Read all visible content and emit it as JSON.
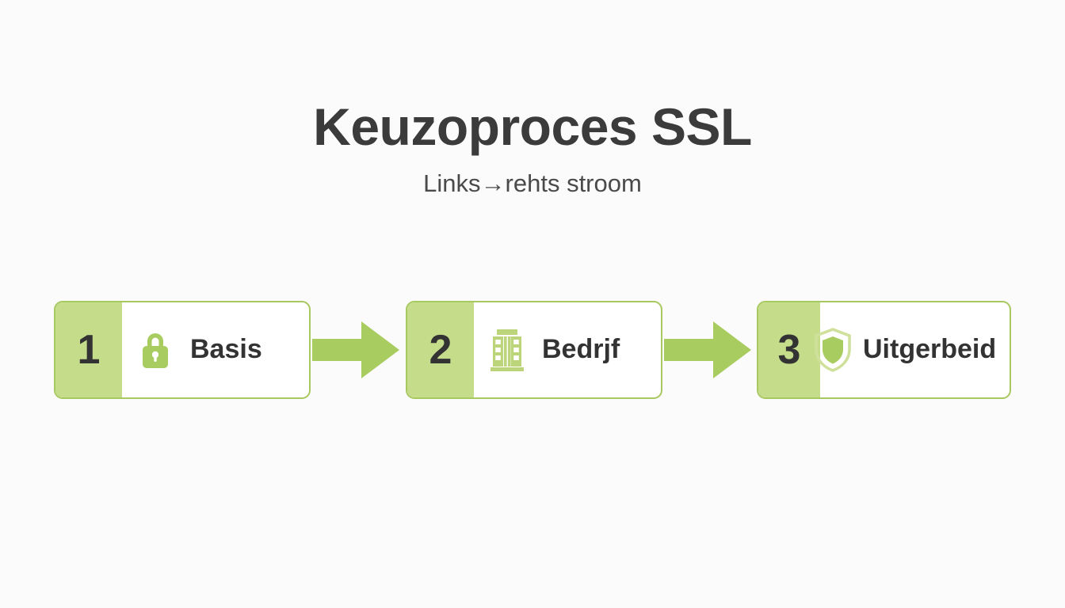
{
  "page": {
    "background_color": "#fbfbfb",
    "accent_green": "#a8cc60",
    "band_green": "#c5dd8b",
    "text_color": "#333333"
  },
  "header": {
    "title": "Keuzoproces SSL",
    "subtitle": "Links→rehts stroom"
  },
  "flow": {
    "steps": [
      {
        "number": "1",
        "label": "Basis",
        "icon": "lock-icon"
      },
      {
        "number": "2",
        "label": "Bedrjf",
        "icon": "building-icon"
      },
      {
        "number": "3",
        "label": "Uitgerbeid",
        "icon": "shield-icon"
      }
    ],
    "connectors": [
      {
        "icon": "arrow-right-icon"
      },
      {
        "icon": "arrow-right-icon"
      }
    ]
  }
}
